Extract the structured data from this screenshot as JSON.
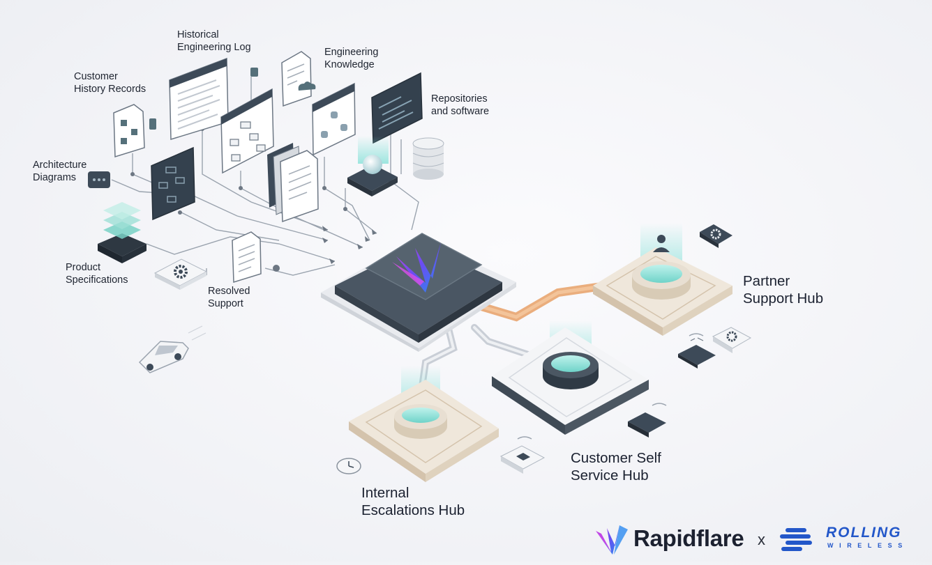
{
  "labels": {
    "historical": [
      "Historical",
      "Engineering Log"
    ],
    "customer_history": [
      "Customer",
      "History Records"
    ],
    "eng_knowledge": [
      "Engineering",
      "Knowledge"
    ],
    "repositories": [
      "Repositories",
      "and software"
    ],
    "architecture": [
      "Architecture",
      "Diagrams"
    ],
    "product_specs": [
      "Product",
      "Specifications"
    ],
    "resolved_support": [
      "Resolved",
      "Support"
    ]
  },
  "hubs": {
    "partner": [
      "Partner",
      "Support Hub"
    ],
    "customer_self": [
      "Customer Self",
      "Service Hub"
    ],
    "internal": [
      "Internal",
      "Escalations Hub"
    ]
  },
  "footer": {
    "brand": "Rapidflare",
    "separator": "x",
    "partner_main": "ROLLING",
    "partner_sub": "WIRELESS"
  },
  "colors": {
    "dark_slate": "#3d4a58",
    "teal_glow": "#8fe3dc",
    "orange_link": "#e8a066",
    "brand_blue": "#2357c9",
    "brand_purple": "#7a3cf0"
  }
}
